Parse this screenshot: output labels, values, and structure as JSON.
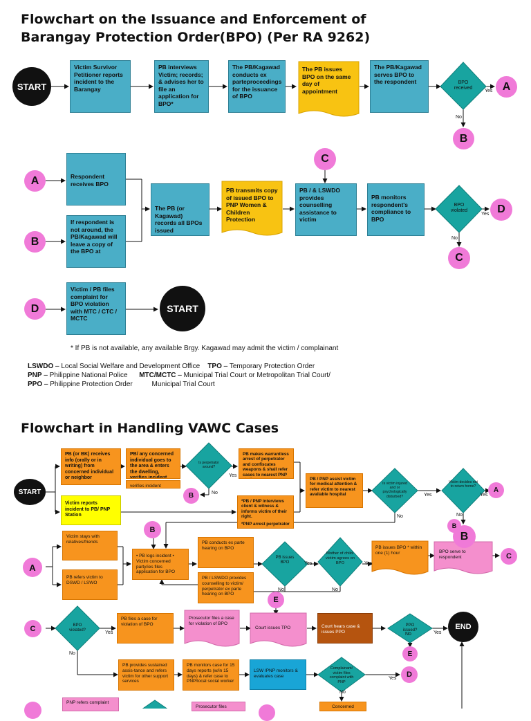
{
  "section1": {
    "title_line1": "Flowchart on the Issuance and Enforcement of",
    "title_line2": "Barangay Protection Order(BPO) (Per RA 9262)",
    "start1": "START",
    "box1": "Victim Survivor Petitioner reports incident to the Barangay",
    "box2": "PB interviews Victim; records; & advises her to file an application for BPO*",
    "box3": "The PB/Kagawad conducts ex parteproceedings for the issuance of BPO",
    "box4": "The PB issues BPO on the same day of appointment",
    "box5": "The PB/Kagawad serves BPO to the respondent",
    "decision_received": "BPO received",
    "yes1": "Yes",
    "no1": "No",
    "conn_A_top": "A",
    "conn_B_top": "B",
    "conn_A_left": "A",
    "conn_B_left": "B",
    "box_receives": "Respondent receives BPO",
    "box_not_around": "If respondent is not around, the PB/Kagawad will leave a copy of the BPO at",
    "box_records": "The PB (or Kagawad) records all BPOs issued",
    "box_transmits": "PB transmits copy of issued BPO to PNP Women & Children Protection",
    "box_lswdo": "PB / & LSWDO provides counselling assistance to victim",
    "box_monitors": "PB monitors respondent's compliance to BPO",
    "conn_C_top": "C",
    "decision_violated": "BPO violated",
    "yes2": "Yes",
    "no2": "No",
    "conn_D_right": "D",
    "conn_C_bottom": "C",
    "conn_D_left": "D",
    "box_files": "Victim / PB files complaint for BPO violation with MTC / CTC / MCTC",
    "start2": "START",
    "footnote": "* If PB is not available, any available Brgy. Kagawad may admit the victim / complainant",
    "abbr_lswdo_key": "LSWDO",
    "abbr_lswdo_val": " – Local Social Welfare and Development Office",
    "abbr_tpo_key": "TPO",
    "abbr_tpo_val": " – Temporary Protection Order",
    "abbr_pnp_key": "PNP",
    "abbr_pnp_val": " – Philippine National Police",
    "abbr_mtc_key": "MTC/MCTC",
    "abbr_mtc_val": " – Municipal Trial Court or Metropolitan Trial Court/",
    "abbr_ppo_key": "PPO",
    "abbr_ppo_val": " – Philippine Protection Order",
    "abbr_mtc_cont": "Municipal Trial Court"
  },
  "section2": {
    "title": "Flowchart in Handling VAWC Cases",
    "start": "START",
    "b_pbbk": "PB (or BK) receives info (orally or in writing) from concerned individual or neighbor",
    "b_concerned": "PB/ any concerned individual goes to the area & enters the dwelling, verifies incident",
    "b_verifies": "verifies incident",
    "d_perpetrator": "Is perpetrator around?",
    "yes_a": "Yes",
    "no_a": "No",
    "b_warrantless": "PB makes warrantless arrest of perpetrator and confiscates weapons & shall refer cases to nearest PNP station",
    "b_victim_reports": "Victim reports incident to PB/ PNP Station",
    "b_pnp_interviews": "*PB / PNP interviews client & witness & informs victim of their right.",
    "b_pnp_arrest": "*PNP arrest perpetrator",
    "b_assist": "PB / PNP assist victim for medical attention & refer victim to nearest available hospital",
    "d_injured": "Is victim injured and or psychologically disturbed?",
    "yes_b": "Yes",
    "no_b": "No",
    "d_return": "Victim decides not to return home?",
    "yes_c": "Yes",
    "no_c": "No",
    "conn_A1": "A",
    "conn_B1": "B",
    "conn_B2": "B",
    "conn_B3": "B",
    "conn_A2": "A",
    "b_stays": "Victim stays with relatives/friends",
    "b_refers_dswd": "PB refers victim to DSWD / LSWO",
    "b_logs": "• PB logs incident • Victim concerned party/ies files application for BPO",
    "b_exparte": "PB conducts ex parte hearing on BPO",
    "d_issues_bpo": "PB issues BPO",
    "yes_d": "Yes",
    "no_d": "No",
    "d_mother": "Mother of child-victim agrees on BPO",
    "yes_e": "Yes",
    "no_e": "No",
    "b_within_hour": "PB issues BPO * within one (1) hour",
    "b_serve": "BPO serve to respondent",
    "conn_C1": "C",
    "b_lswdo_counsel": "PB / LSWDO provides counselling to victim/ perpetrator ex parte hearing on BPO",
    "conn_E1": "E",
    "conn_C2": "C",
    "d_bpo_violated": "BPO violated?",
    "yes_f": "Yes",
    "no_f": "No",
    "b_files_case": "PB files a case for violation of BPO",
    "b_prosecutor": "Prosecutor files a case for violation of BPO",
    "b_court_tpo": "Court issues TPO",
    "b_court_hears": "Court hears case & issues PPO",
    "d_ppo_issued": "PPO issued?",
    "yes_g": "Yes",
    "no_g": "No",
    "end": "END",
    "conn_E2": "E",
    "b_sustained": "PB provides sustained assis-tance and refers victim for other support services",
    "b_monitors15": "PB monitors case for 15 days reports (w/in 15 days) & refer case to PNP/local social worker",
    "b_lsw_pnp": "LSW /PNP monitors & evaluates case",
    "d_complainant": "Complainant/ victim files complaint with PNP",
    "yes_h": "Yes",
    "no_h": "No",
    "conn_D": "D",
    "b_pnp_refers": "PNP refers complaint",
    "b_prosecutor2": "Prosecutor files",
    "b_concerned2": "Concerned"
  }
}
